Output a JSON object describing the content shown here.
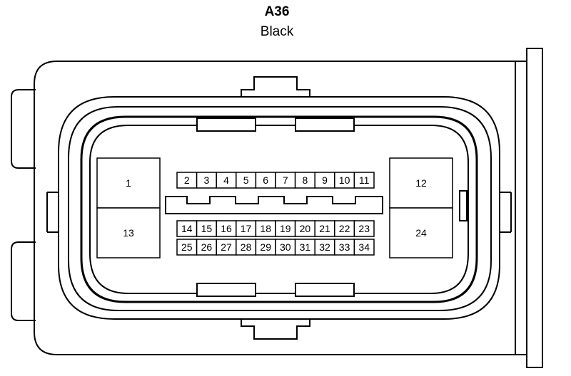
{
  "connector": {
    "code": "A36",
    "color": "Black"
  },
  "pins": {
    "large_left": [
      "1",
      "13"
    ],
    "large_right": [
      "12",
      "24"
    ],
    "row1": [
      "2",
      "3",
      "4",
      "5",
      "6",
      "7",
      "8",
      "9",
      "10",
      "11"
    ],
    "row2": [
      "14",
      "15",
      "16",
      "17",
      "18",
      "19",
      "20",
      "21",
      "22",
      "23"
    ],
    "row3": [
      "25",
      "26",
      "27",
      "28",
      "29",
      "30",
      "31",
      "32",
      "33",
      "34"
    ]
  },
  "colors": {
    "line": "#000000",
    "background": "#ffffff"
  }
}
